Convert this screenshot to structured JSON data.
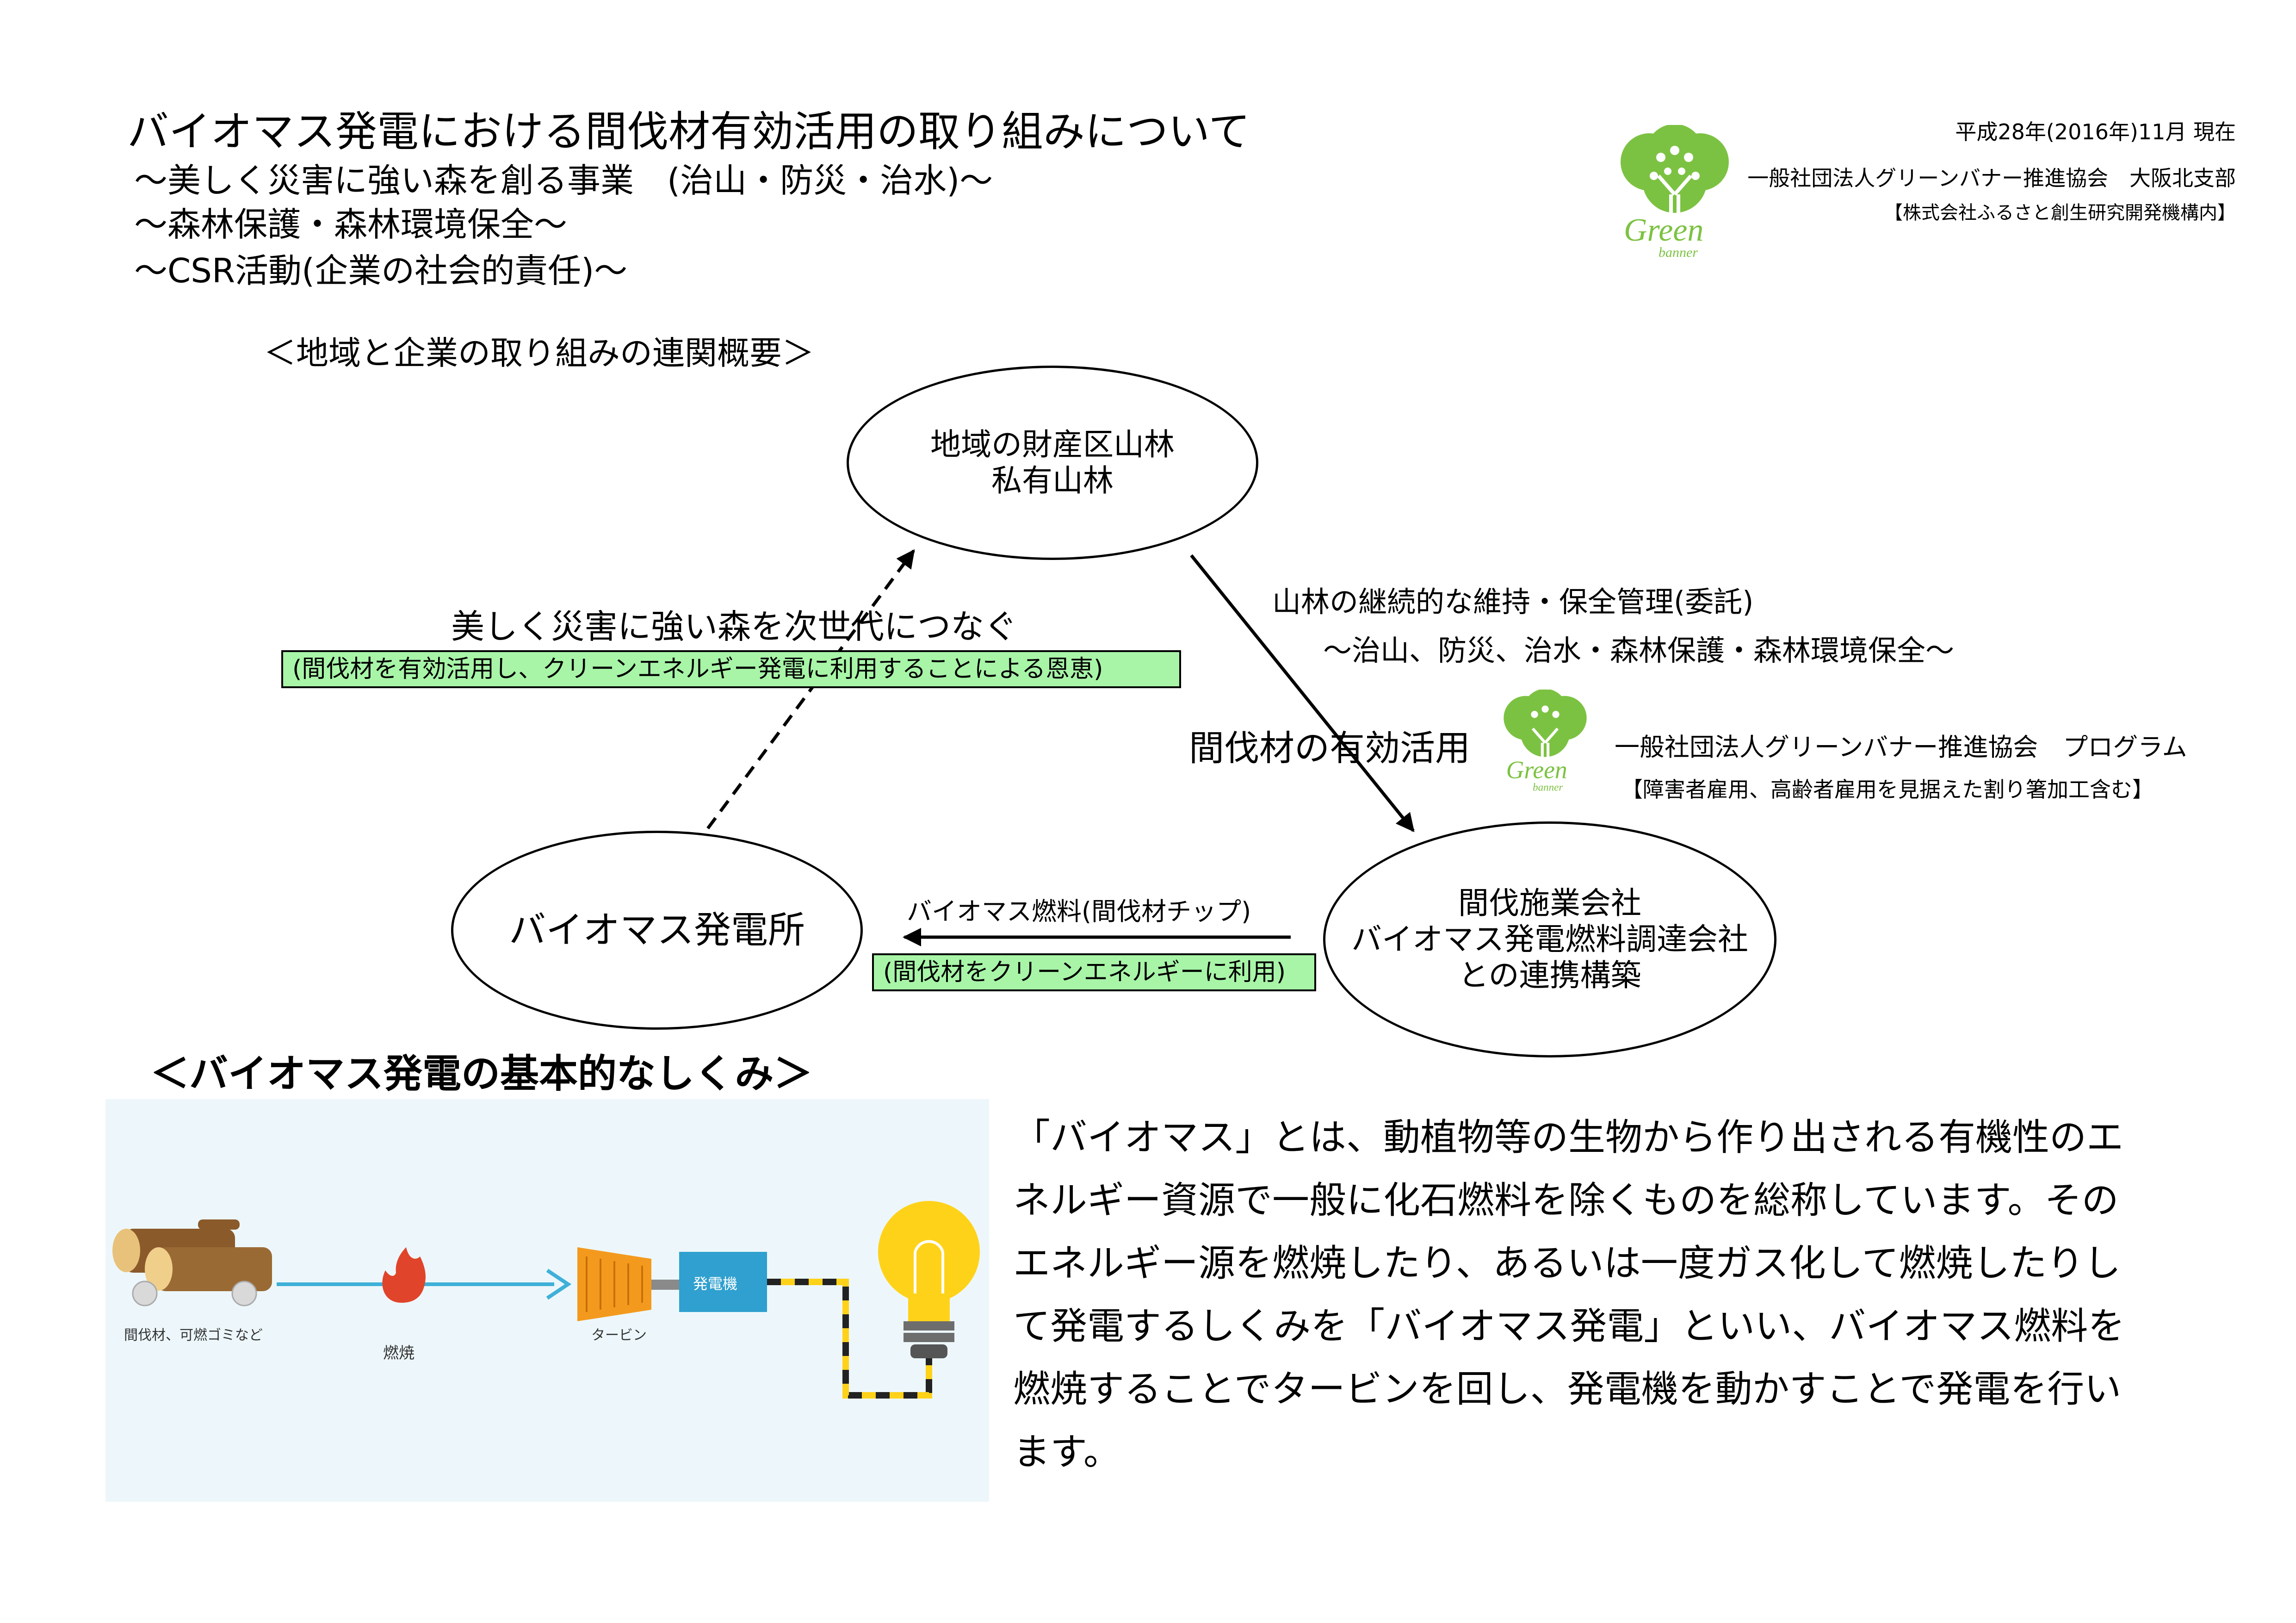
{
  "header": {
    "title": "バイオマス発電における間伐材有効活用の取り組みについて",
    "subtitles": [
      "～美しく災害に強い森を創る事業　(治山・防災・治水)～",
      "～森林保護・森林環境保全～",
      "～CSR活動(企業の社会的責任)～"
    ],
    "date": "平成28年(2016年)11月 現在",
    "org": "一般社団法人グリーンバナー推進協会　大阪北支部",
    "org_note": "【株式会社ふるさと創生研究開発機構内】",
    "logo_word": "Green",
    "logo_sub": "banner"
  },
  "overview": {
    "heading": "＜地域と企業の取り組みの連関概要＞",
    "forest": [
      "地域の財産区山林",
      "私有山林"
    ],
    "plant": "バイオマス発電所",
    "company": [
      "間伐施業会社",
      "バイオマス発電燃料調達会社",
      "との連携構築"
    ],
    "right_label_1": "山林の継続的な維持・保全管理(委託)",
    "right_label_2": "～治山、防災、治水・森林保護・森林環境保全～",
    "left_label": "美しく災害に強い森を次世代につなぐ",
    "left_box": "(間伐材を有効活用し、クリーンエネルギー発電に利用することによる恩恵)",
    "mid_label": "間伐材の有効活用",
    "program": "一般社団法人グリーンバナー推進協会　プログラム",
    "program_note": "【障害者雇用、高齢者雇用を見据えた割り箸加工含む】",
    "fuel_label": "バイオマス燃料(間伐材チップ)",
    "fuel_box": "(間伐材をクリーンエネルギーに利用)"
  },
  "mechanism": {
    "heading": "＜バイオマス発電の基本的なしくみ＞",
    "fuel_caption": "間伐材、可燃ゴミなど",
    "combustion": "燃焼",
    "turbine": "タービン",
    "generator": "発電機",
    "paragraph_lines": [
      "「バイオマス」とは、動植物等の生物から作り出される有機性のエ",
      "ネルギー資源で一般に化石燃料を除くものを総称しています。その",
      "エネルギー源を燃焼したり、あるいは一度ガス化して燃焼したりし",
      "て発電するしくみを「バイオマス発電」といい、バイオマス燃料を",
      "燃焼することでタービンを回し、発電機を動かすことで発電を行い",
      "ます。"
    ]
  },
  "colors": {
    "logo_green": "#7cc242",
    "label_box": "#a8f5a8",
    "arrow_blue": "#3fb0d8",
    "turbine_orange": "#f39a1e",
    "generator_blue": "#2fa0cf",
    "bulb_yellow": "#ffd21a",
    "flame_red": "#e0442a",
    "illustration_bg": "#edf7fb"
  }
}
